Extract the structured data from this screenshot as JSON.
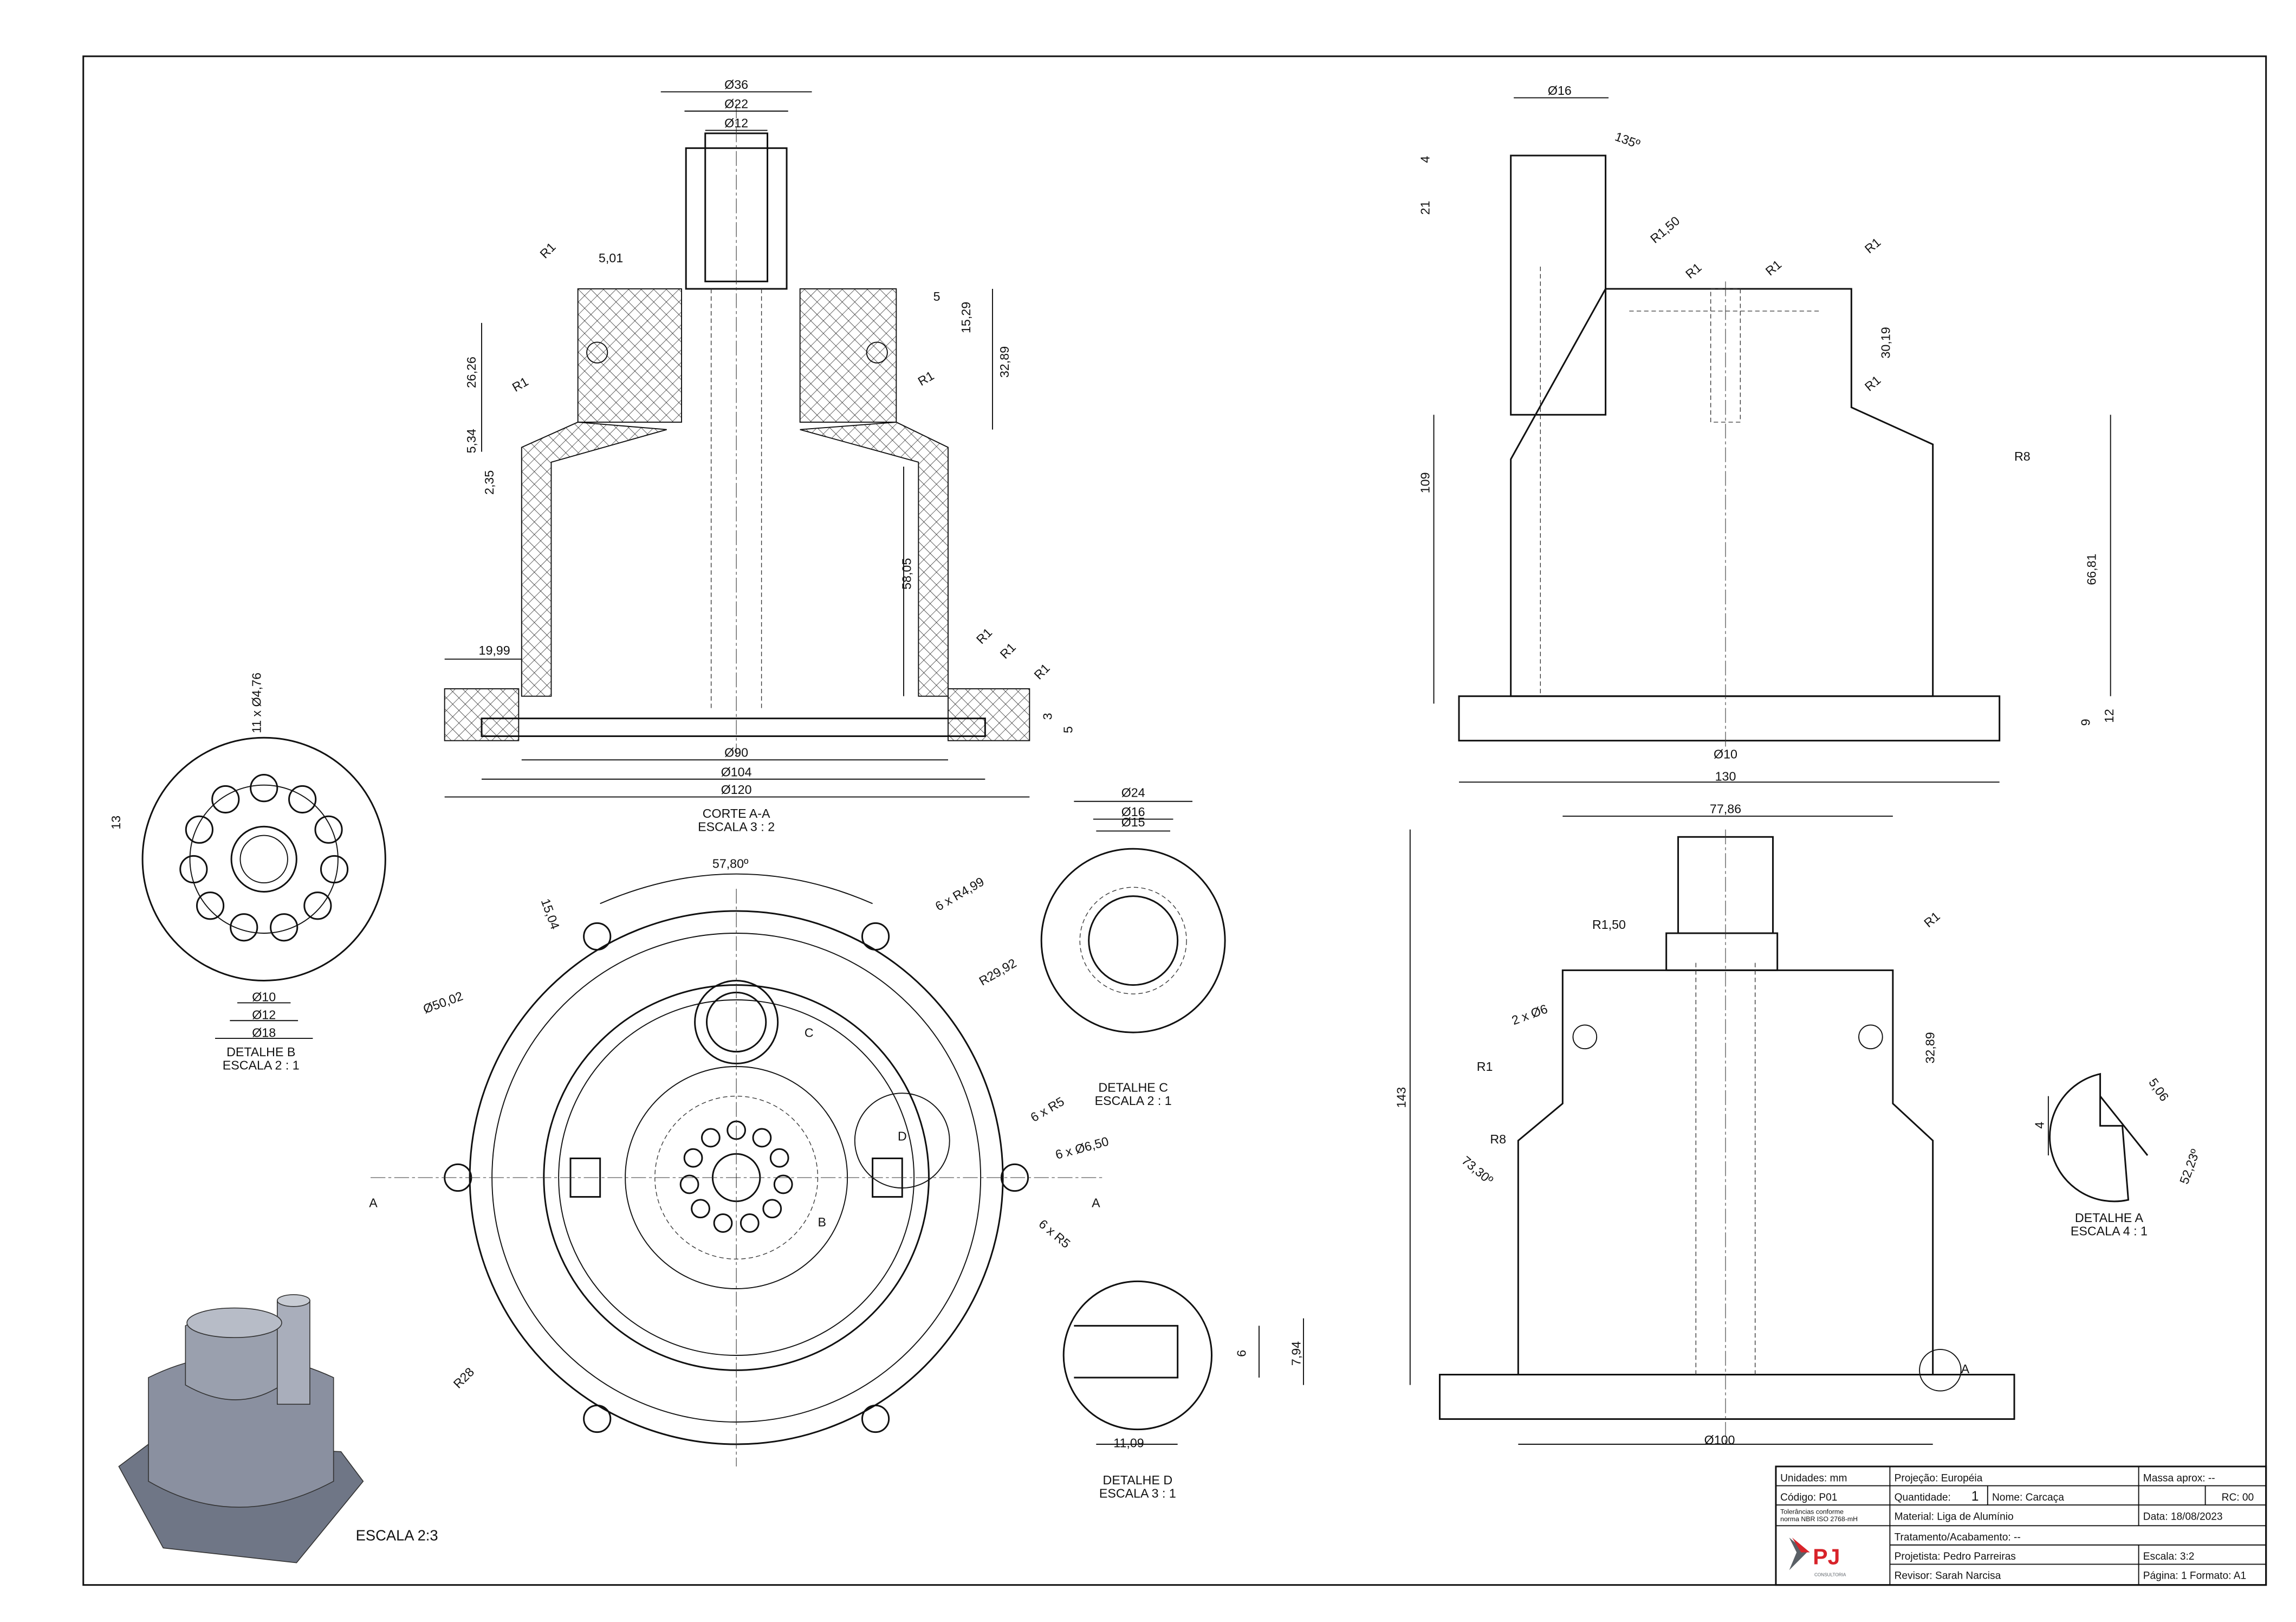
{
  "section_view": {
    "title": "CORTE A-A",
    "scale": "ESCALA 3 : 2",
    "dims": [
      "Ø36",
      "Ø22",
      "Ø12",
      "R1",
      "5,01",
      "5",
      "15,29",
      "32,89",
      "26,26",
      "R1",
      "R1",
      "5,34",
      "2,35",
      "58,05",
      "19,99",
      "R1",
      "R1",
      "R1",
      "3",
      "5",
      "Ø90",
      "Ø104",
      "Ø120"
    ]
  },
  "side_view": {
    "dims": [
      "Ø16",
      "4",
      "21",
      "135º",
      "R1,50",
      "R1",
      "R1",
      "R1",
      "30,19",
      "R1",
      "R8",
      "109",
      "66,81",
      "9",
      "12",
      "Ø10",
      "130"
    ]
  },
  "detail_b": {
    "title": "DETALHE B",
    "scale": "ESCALA 2 : 1",
    "dims": [
      "11 x Ø4,76",
      "13",
      "Ø10",
      "Ø12",
      "Ø18"
    ]
  },
  "plan_view": {
    "dims": [
      "57,80º",
      "15,04",
      "6 x R4,99",
      "R29,92",
      "Ø50,02",
      "C",
      "D",
      "6 x R5",
      "6 x Ø6,50",
      "6 x R5",
      "B",
      "R28",
      "A",
      "A"
    ]
  },
  "detail_c": {
    "title": "DETALHE C",
    "scale": "ESCALA 2 : 1",
    "dims": [
      "Ø24",
      "Ø16",
      "Ø15"
    ]
  },
  "detail_d": {
    "title": "DETALHE D",
    "scale": "ESCALA 3 : 1",
    "dims": [
      "6",
      "7,94",
      "11,09"
    ]
  },
  "front_view": {
    "dims": [
      "77,86",
      "R1,50",
      "R1",
      "2 x Ø6",
      "32,89",
      "R1",
      "R8",
      "73,30º",
      "143",
      "A",
      "Ø100"
    ]
  },
  "detail_a": {
    "title": "DETALHE A",
    "scale": "ESCALA 4 : 1",
    "dims": [
      "4",
      "5,06",
      "52,23º"
    ]
  },
  "iso_view": {
    "scale": "ESCALA 2:3"
  },
  "title_block": {
    "unidades": "Unidades: mm",
    "projecao": "Projeção: Européia",
    "massa": "Massa aprox: --",
    "codigo": "Código: P01",
    "quantidade_label": "Quantidade:",
    "quantidade": "1",
    "nome": "Nome: Carcaça",
    "rc": "RC: 00",
    "tolerancias_1": "Tolerâncias conforme",
    "tolerancias_2": "norma NBR ISO 2768-mH",
    "material": "Material: Liga de Alumínio",
    "data": "Data: 18/08/2023",
    "tratamento": "Tratamento/Acabamento: --",
    "projetista": "Projetista: Pedro Parreiras",
    "escala": "Escala: 3:2",
    "revisor": "Revisor: Sarah Narcisa",
    "pagina": "Página: 1  Formato: A1",
    "logo_text": "PJ",
    "logo_sub": "CONSULTORIA",
    "logo_red": "#d8232a",
    "logo_gray": "#5a6066"
  }
}
